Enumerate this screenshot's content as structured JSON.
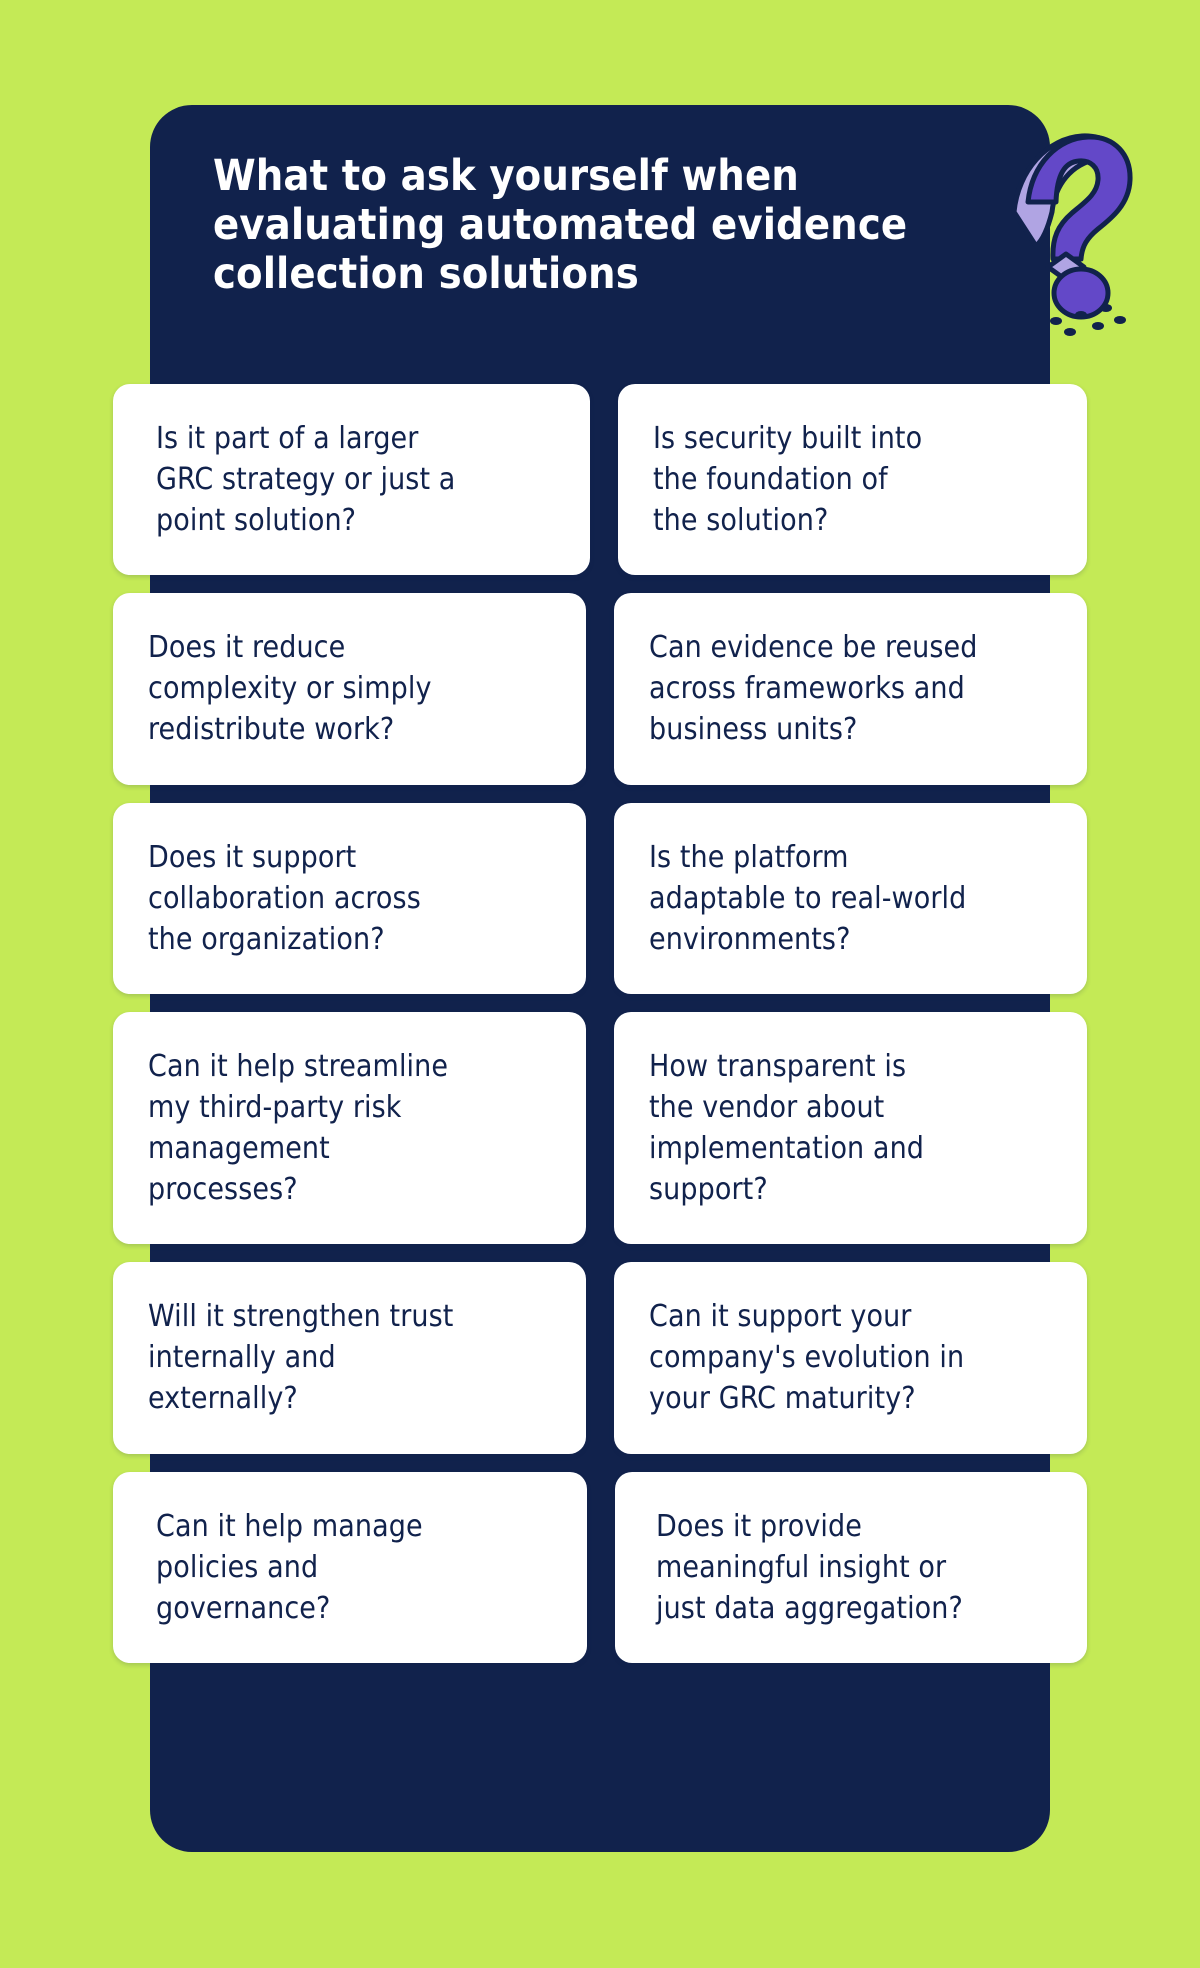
{
  "theme": {
    "background_green": "#c4ea56",
    "panel_navy": "#11224c",
    "card_white": "#ffffff",
    "accent_purple": "#6348c8",
    "accent_lavender": "#b0a4e3",
    "text_on_navy": "#ffffff",
    "text_on_card": "#11224c"
  },
  "header": {
    "title": "What to ask yourself when\nevaluating automated evidence\ncollection solutions",
    "icon": "question-mark-icon"
  },
  "cards": [
    {
      "id": "larger-grc-strategy",
      "text": "Is it part of a larger\nGRC strategy or just a\npoint solution?"
    },
    {
      "id": "security-built-into-foundation",
      "text": "Is security built into\nthe foundation of\nthe solution?"
    },
    {
      "id": "reduce-complexity",
      "text": "Does it reduce\ncomplexity or simply\nredistribute work?"
    },
    {
      "id": "evidence-reuse",
      "text": "Can evidence be reused\nacross frameworks and\nbusiness units?"
    },
    {
      "id": "collaboration-support",
      "text": "Does it support\ncollaboration across\nthe organization?"
    },
    {
      "id": "platform-adaptable",
      "text": "Is the platform\nadaptable to real-world\nenvironments?"
    },
    {
      "id": "third-party-risk",
      "text": "Can it help streamline\nmy third-party risk\nmanagement\nprocesses?"
    },
    {
      "id": "vendor-transparency",
      "text": "How transparent is\nthe vendor about\nimplementation and\nsupport?"
    },
    {
      "id": "strengthen-trust",
      "text": "Will it strengthen trust\ninternally and\nexternally?"
    },
    {
      "id": "grc-maturity-evolution",
      "text": "Can it support your\ncompany's evolution in\nyour GRC maturity?"
    },
    {
      "id": "policies-governance",
      "text": "Can it help manage\npolicies and\ngovernance?"
    },
    {
      "id": "meaningful-insight",
      "text": "Does it provide\nmeaningful insight or\njust data aggregation?"
    }
  ]
}
